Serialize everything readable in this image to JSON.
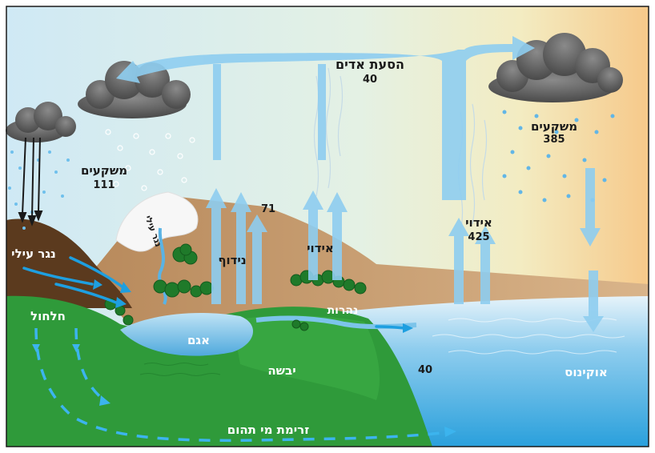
{
  "labels": {
    "advection": "הסעת אדים",
    "advection_value": "40",
    "precip_left": "משקעים",
    "precip_left_value": "111",
    "precip_ocean": "משקעים",
    "precip_ocean_value": "385",
    "sublimation_value": "71",
    "snow_slope": "נגר עילי",
    "snow_mountain": "נגר עילי",
    "transpiration": "נידוף",
    "evaporation_land": "אידוי",
    "evaporation_ocean": "אידוי",
    "evaporation_ocean_value": "425",
    "infiltration": "חלחול",
    "lake": "אגם",
    "rivers": "נהרות",
    "land": "יבשה",
    "runoff_value": "40",
    "ocean": "אוקינוס",
    "groundwater": "זרימת מי תהום"
  },
  "colors": {
    "arrow": "#8ecdf0",
    "flow_arrow": "#1e9fe0",
    "cloud": "#5f5f5f",
    "ocean": "#3aa6de",
    "land_green": "#2f9a3a",
    "mountain": "#c99a6e",
    "soil": "#5a3a1e"
  }
}
